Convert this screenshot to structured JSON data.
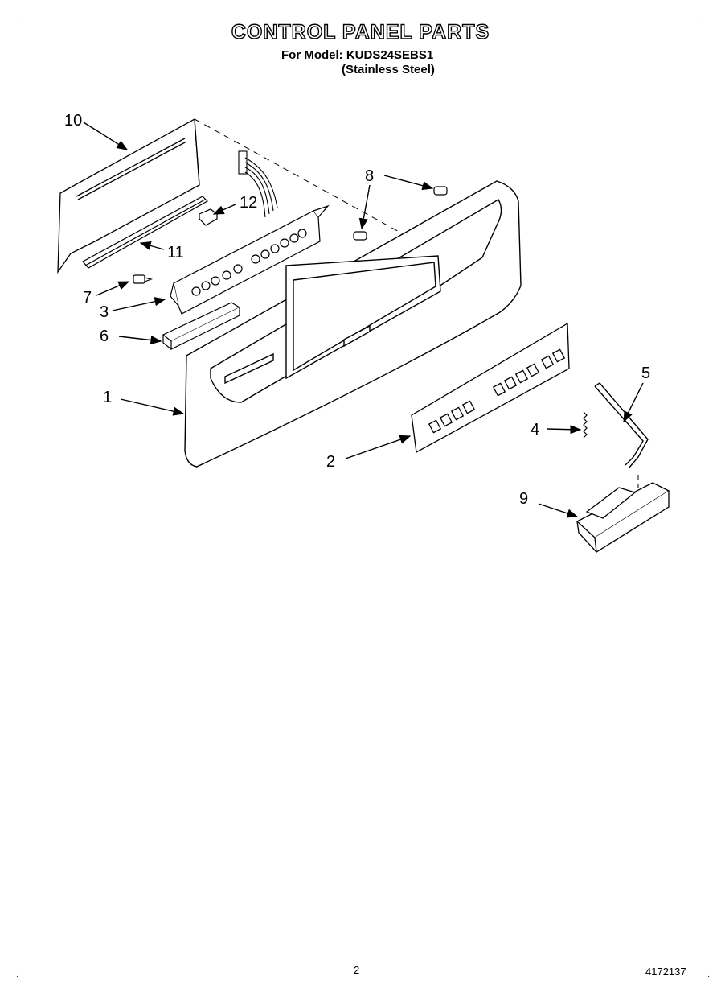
{
  "header": {
    "title": "CONTROL PANEL PARTS",
    "model_line": "For Model: KUDS24SEBS1",
    "finish_line": "(Stainless Steel)"
  },
  "footer": {
    "page_number": "2",
    "document_number": "4172137"
  },
  "callouts": {
    "c1": "1",
    "c2": "2",
    "c3": "3",
    "c4": "4",
    "c5": "5",
    "c6": "6",
    "c7": "7",
    "c8": "8",
    "c9": "9",
    "c10": "10",
    "c11": "11",
    "c12": "12"
  }
}
